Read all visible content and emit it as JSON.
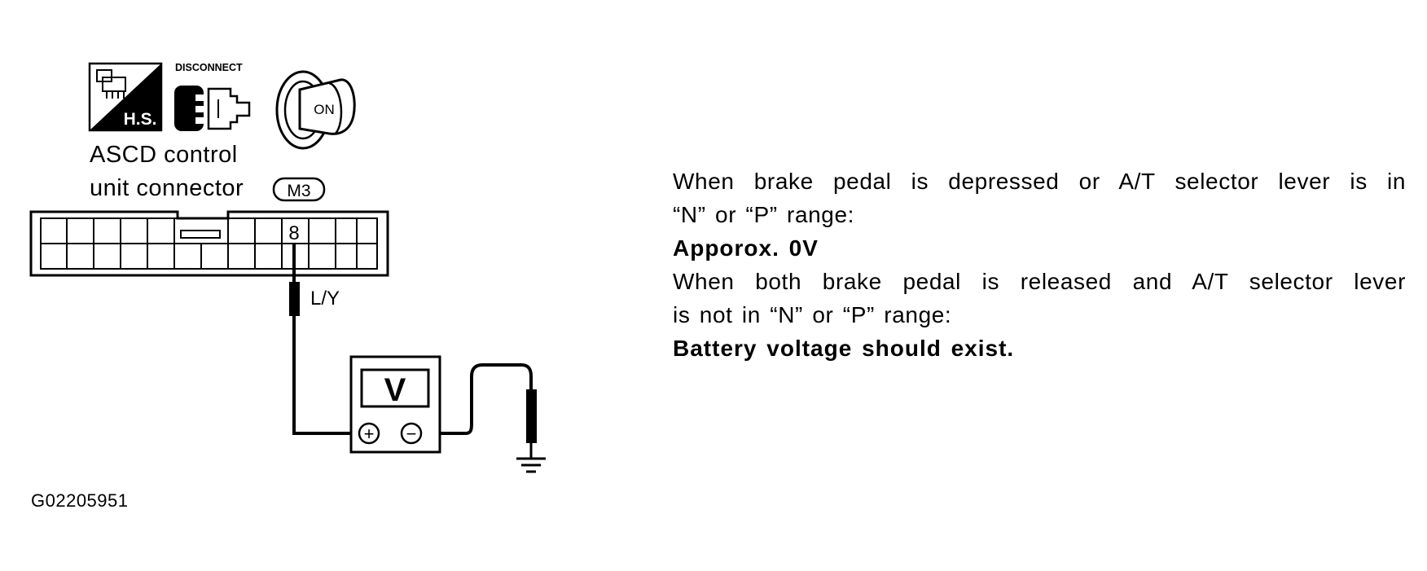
{
  "icons": {
    "harness_side_label": "H.S.",
    "disconnect_label": "DISCONNECT",
    "ignition_label": "ON"
  },
  "connector": {
    "name_line1": "ASCD control",
    "name_line2": "unit connector",
    "connector_id": "M3",
    "pin_number": "8",
    "wire_color": "L/Y"
  },
  "meter": {
    "symbol": "V",
    "positive_symbol": "+",
    "negative_symbol": "−"
  },
  "instructions": {
    "condition1_line1": "When brake pedal is depressed or A/T selector lever is in",
    "condition1_line2": "“N” or “P” range:",
    "result1": "Apporox. 0V",
    "condition2_line1": "When both brake pedal is released and A/T selector lever",
    "condition2_line2": "is not in “N” or “P” range:",
    "result2": "Battery voltage should exist."
  },
  "figure_id": "G02205951"
}
